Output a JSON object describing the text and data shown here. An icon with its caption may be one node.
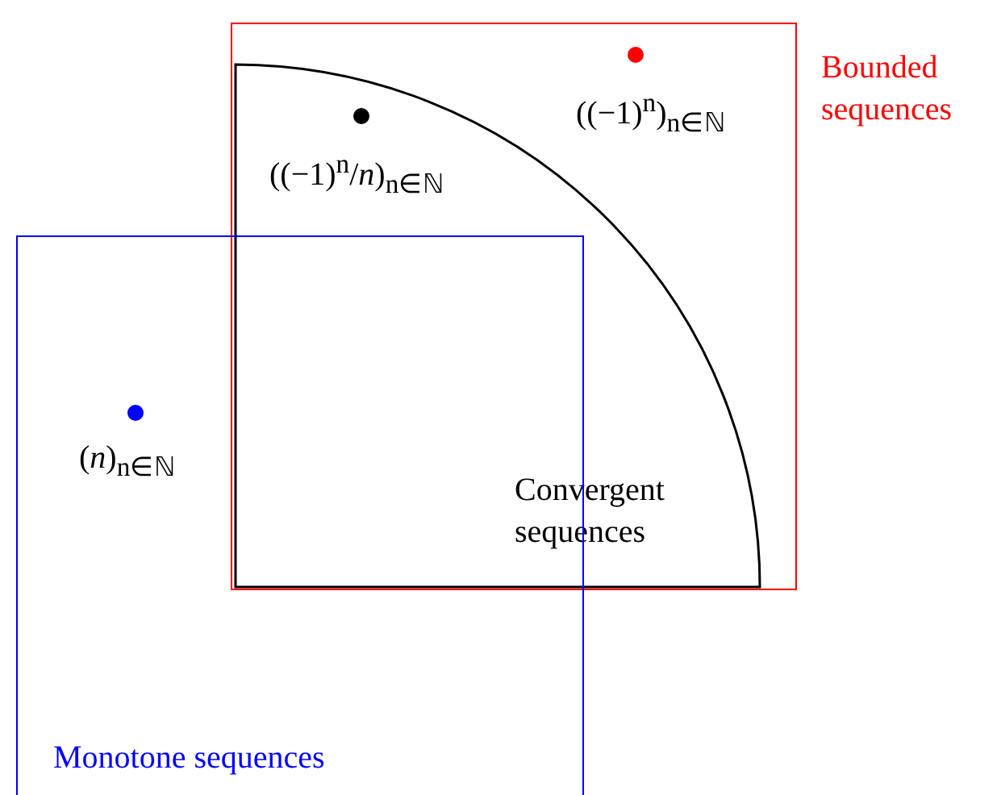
{
  "diagram": {
    "nodes": [
      {
        "text": [
          "Bounded sequences"
        ]
      },
      {
        "text": [
          "Monotone sequences"
        ]
      },
      {
        "text": [
          "Convergent sequences"
        ],
        "in": 0
      },
      {
        "text": [
          "((−1)$^{n}$)$_{n∈ℕ}$"
        ],
        "in": 0
      },
      {
        "text": [
          "((−1)$^{n}$/*n*)$_{n∈ℕ}$"
        ],
        "in": 2
      },
      {
        "text": [
          "(*n*)$_{n∈ℕ}$"
        ],
        "in": 1
      }
    ]
  }
}
